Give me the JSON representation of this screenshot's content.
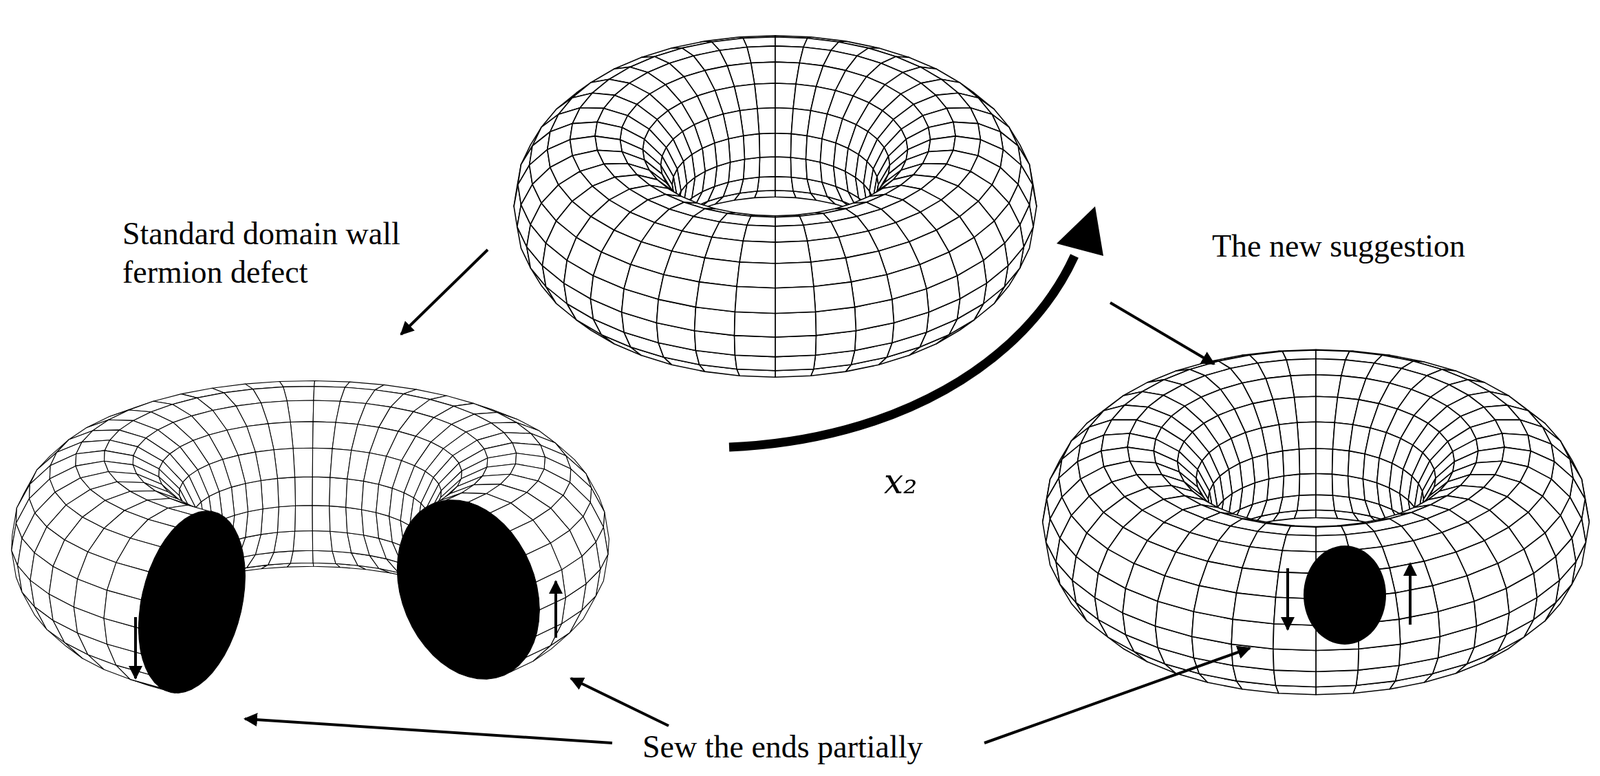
{
  "diagram": {
    "labels": [
      "Standard domain wall fermion defect",
      "The new suggestion",
      "x₂",
      "Sew the ends partially"
    ]
  }
}
